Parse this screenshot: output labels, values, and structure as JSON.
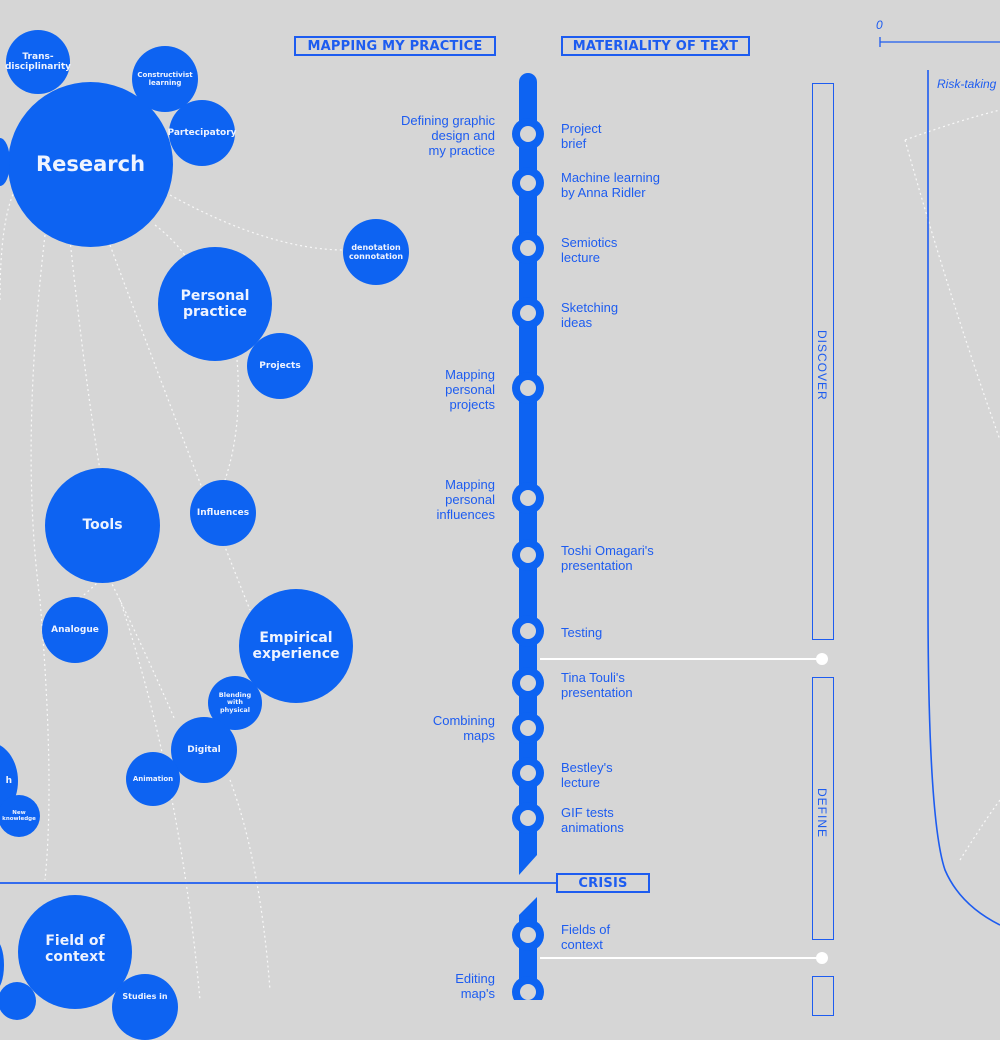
{
  "headers": {
    "mapping": "MAPPING MY PRACTICE",
    "materiality": "MATERIALITY OF TEXT",
    "crisis": "CRISIS"
  },
  "bubbles": {
    "research": "Research",
    "trans": "Trans-\ndisciplinarity",
    "constructivist": "Constructivist\nlearning",
    "partecipatory": "Partecipatory",
    "denotation": "denotation\nconnotation",
    "personal_practice": "Personal\npractice",
    "projects": "Projects",
    "tools": "Tools",
    "influences": "Influences",
    "analogue": "Analogue",
    "empirical": "Empirical\nexperience",
    "blending": "Blending\nwith\nphysical",
    "digital": "Digital",
    "animation": "Animation",
    "new_knowledge": "New\nknowledge",
    "edge_h": "h",
    "field_of_context": "Field of\ncontext",
    "studies_in": "Studies in"
  },
  "timeline": {
    "left_labels": [
      "Defining graphic\ndesign and\nmy practice",
      "Mapping\npersonal\nprojects",
      "Mapping\npersonal\ninfluences",
      "Combining\nmaps",
      "Editing\nmap's"
    ],
    "right_labels": [
      "Project\nbrief",
      "Machine learning\nby Anna Ridler",
      "Semiotics\nlecture",
      "Sketching\nideas",
      "Toshi Omagari's\npresentation",
      "Testing",
      "Tina Touli's\npresentation",
      "Bestley's\nlecture",
      "GIF tests\nanimations",
      "Fields of\ncontext"
    ]
  },
  "phases": {
    "discover": "DISCOVER",
    "define": "DEFINE"
  },
  "right_chart": {
    "zero_label": "0",
    "risk_label": "Risk-taking"
  },
  "colors": {
    "accent": "#0d63f2",
    "background": "#d6d6d6",
    "line": "#1d5cf0"
  }
}
